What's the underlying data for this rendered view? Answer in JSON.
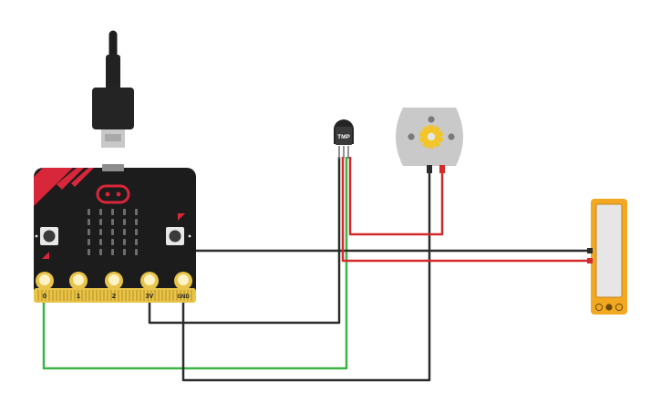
{
  "board": {
    "pin_labels": [
      "0",
      "1",
      "2",
      "3V",
      "GND"
    ],
    "button_a_icon": "triangle-marker-icon",
    "button_b_icon": "triangle-marker-icon"
  },
  "sensor": {
    "label": "TMP",
    "icon": "temperature-sensor-icon"
  },
  "motor": {
    "icon": "dc-motor-icon"
  },
  "battery": {
    "icon": "battery-pack-icon"
  },
  "colors": {
    "board_black": "#1c1c1c",
    "board_red": "#d8263a",
    "pin_gold": "#e8c54a",
    "wire_black": "#2c2c2c",
    "wire_red": "#d42a2a",
    "wire_green": "#3cb446",
    "battery_orange": "#f2a821",
    "motor_grey": "#c9c9c9",
    "motor_gear": "#f2c628",
    "led_grey": "#6e6e6e"
  }
}
